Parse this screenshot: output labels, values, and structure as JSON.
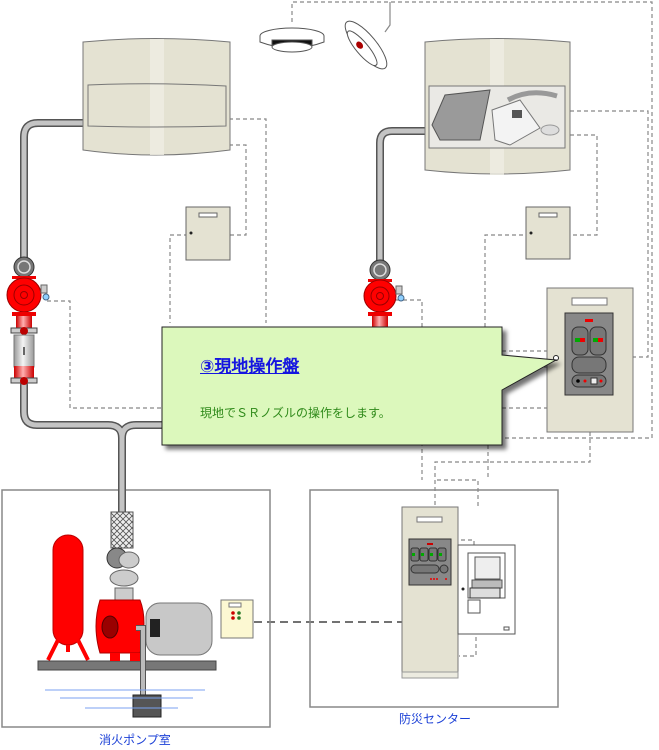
{
  "diagram": {
    "title": "SRノズル 消火設備 系統図",
    "rooms": {
      "pump_room": {
        "label": "消火ポンプ室"
      },
      "disaster_center": {
        "label": "防災センター"
      }
    },
    "callout": {
      "title": "③現地操作盤",
      "description": "現地でＳＲノズルの操作をします。",
      "fill_color": "#dcf8bc",
      "title_color": "#1515e0",
      "text_color": "#2f8a1a"
    },
    "components": [
      {
        "id": "smoke-detector",
        "name": "煙感知器"
      },
      {
        "id": "heat-detector",
        "name": "炎感知器"
      },
      {
        "id": "sr-nozzle-left",
        "name": "SRノズル（左）"
      },
      {
        "id": "sr-nozzle-right",
        "name": "SRノズル（右）"
      },
      {
        "id": "relay-box-left",
        "name": "中継箱（左）"
      },
      {
        "id": "relay-box-right",
        "name": "中継箱（右）"
      },
      {
        "id": "local-control-panel",
        "name": "現地操作盤"
      },
      {
        "id": "valve-assembly-left",
        "name": "制御弁（左）"
      },
      {
        "id": "valve-assembly-right",
        "name": "制御弁（右）"
      },
      {
        "id": "fire-pump",
        "name": "消火ポンプ"
      },
      {
        "id": "pressure-tank",
        "name": "圧力タンク"
      },
      {
        "id": "pump-control-panel",
        "name": "ポンプ制御盤"
      },
      {
        "id": "central-control-panel",
        "name": "受信盤"
      },
      {
        "id": "monitor-panel",
        "name": "監視盤"
      }
    ],
    "colors": {
      "accent_red": "#ff0000",
      "cabinet_beige": "#e4e2d2",
      "pipe_gray": "#b8b8b8",
      "wire_gray": "#888888"
    }
  }
}
